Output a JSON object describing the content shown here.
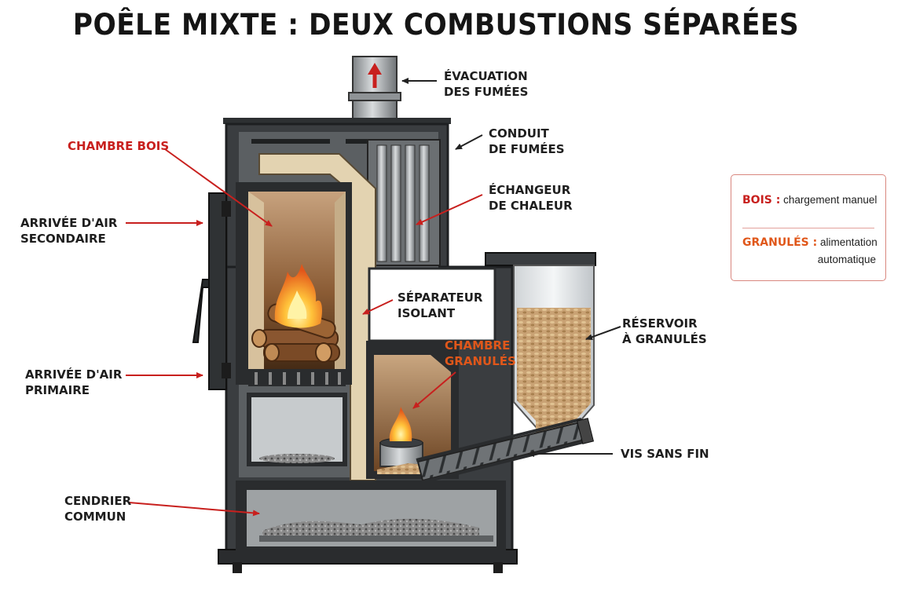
{
  "title": "POÊLE MIXTE : DEUX COMBUSTIONS SÉPARÉES",
  "labels": {
    "evacuation": [
      "ÉVACUATION",
      "DES FUMÉES"
    ],
    "conduit": [
      "CONDUIT",
      "DE FUMÉES"
    ],
    "echangeur": [
      "ÉCHANGEUR",
      "DE CHALEUR"
    ],
    "chambre_bois": "CHAMBRE BOIS",
    "air_secondaire": [
      "ARRIVÉE D'AIR",
      "SECONDAIRE"
    ],
    "separateur": [
      "SÉPARATEUR",
      "ISOLANT"
    ],
    "chambre_granules": [
      "CHAMBRE",
      "GRANULÉS"
    ],
    "reservoir": [
      "RÉSERVOIR",
      "À GRANULÉS"
    ],
    "air_primaire": [
      "ARRIVÉE D'AIR",
      "PRIMAIRE"
    ],
    "vis": "VIS SANS FIN",
    "cendrier": [
      "CENDRIER",
      "COMMUN"
    ]
  },
  "legend": {
    "bois_key": "BOIS :",
    "bois_text": "chargement manuel",
    "granules_key": "GRANULÉS :",
    "granules_text_1": "alimentation",
    "granules_text_2": "automatique"
  },
  "colors": {
    "accent_red": "#c8201e",
    "accent_orange": "#e0571a",
    "steel": "#3a3d40",
    "refractory": "#e3d3b1"
  }
}
